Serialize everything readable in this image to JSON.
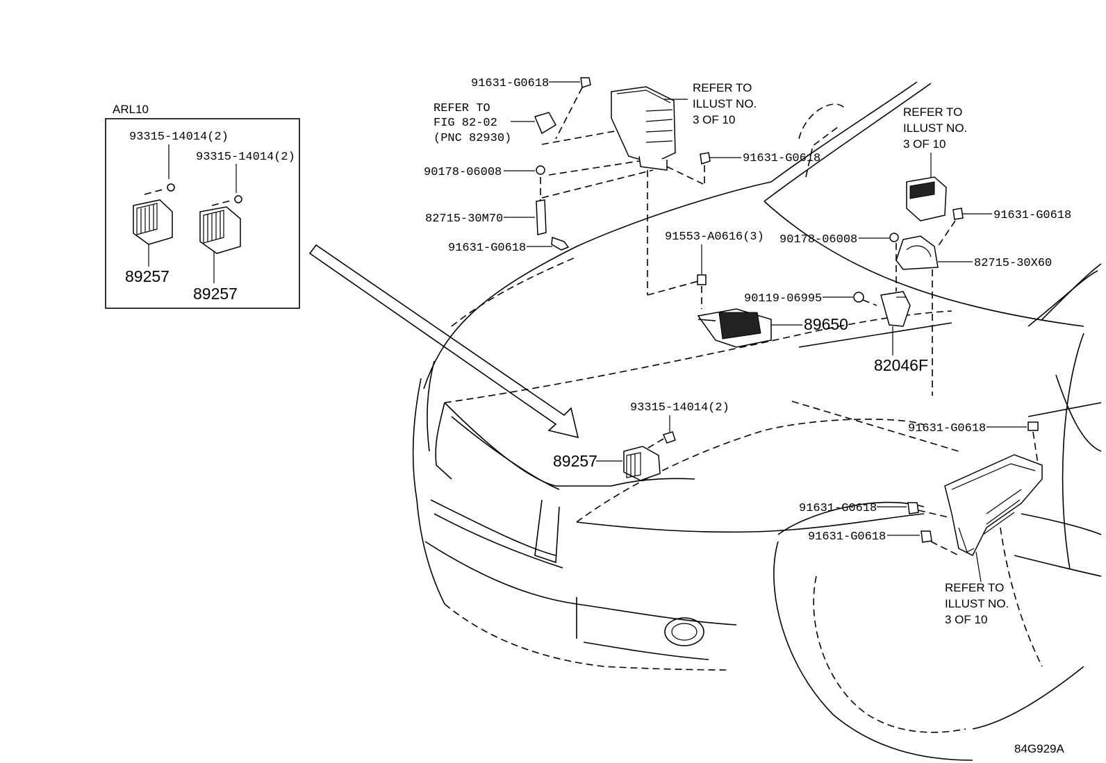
{
  "inset": {
    "title": "ARL10",
    "bolt_label_1": "93315-14014(2)",
    "bolt_label_2": "93315-14014(2)",
    "part_label_1": "89257",
    "part_label_2": "89257"
  },
  "callouts": {
    "top_bolt_left": "91631-G0618",
    "refer_fig_line1": "REFER TO",
    "refer_fig_line2": "FIG 82-02",
    "refer_fig_line3": "(PNC 82930)",
    "nut_left": "90178-06008",
    "bracket_left": "82715-30M70",
    "bolt_left_lower": "91631-G0618",
    "refer_top_line1": "REFER TO",
    "refer_top_line2": "ILLUST NO.",
    "refer_top_line3": "3 OF 10",
    "bolt_center_right": "91631-G0618",
    "refer_right_line1": "REFER TO",
    "refer_right_line2": "ILLUST NO.",
    "refer_right_line3": "3 OF 10",
    "bolt_right_top": "91631-G0618",
    "nut_right": "90178-06008",
    "bracket_right": "82715-30X60",
    "screw_center": "91553-A0616(3)",
    "bolt_washer": "90119-06995",
    "module_center": "89650",
    "bracket_82046": "82046F",
    "bolt_front": "93315-14014(2)",
    "sensor_front": "89257",
    "bolt_fender_top": "91631-G0618",
    "bolt_fender_mid": "91631-G0618",
    "bolt_fender_low": "91631-G0618",
    "refer_bottom_line1": "REFER TO",
    "refer_bottom_line2": "ILLUST NO.",
    "refer_bottom_line3": "3 OF 10"
  },
  "figure_code": "84G929A"
}
